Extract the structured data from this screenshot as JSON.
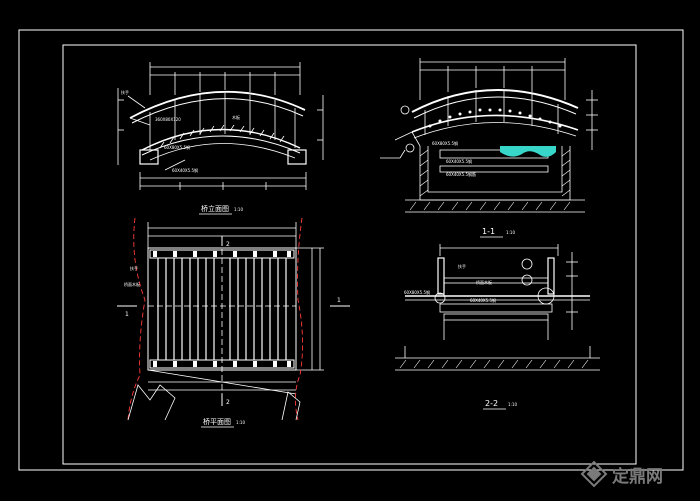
{
  "drawing": {
    "elevation": {
      "title": "桥立面图",
      "scale": "1:10",
      "callouts": [
        "360X80X120",
        "扶手",
        "60X80X5.5钢",
        "60X40X5.5钢",
        "木板"
      ]
    },
    "plan": {
      "title": "桥平面图",
      "scale": "1:10",
      "cut_mark": "1",
      "section_mark": "2",
      "callouts": [
        "扶手",
        "桥面木板"
      ]
    },
    "section_1": {
      "title": "1-1",
      "scale": "1:10",
      "callouts": [
        "60X80X5.5钢",
        "60X40X5.5钢",
        "60X40X5.5钢筋"
      ]
    },
    "section_2": {
      "title": "2-2",
      "scale": "1:10",
      "callouts": [
        "60X80X5.5钢",
        "60X40X5.5钢",
        "扶手",
        "桥面木板"
      ]
    }
  },
  "colors": {
    "background": "#000000",
    "frame": "#ffffff",
    "drawing": "#ffffff",
    "dimension": "#e8e8e8",
    "water": "#38d6c8",
    "cut_line": "#ff3b3b",
    "watermark": "#7a7a7a"
  },
  "watermark": {
    "text": "定鼎网",
    "icon": "logo-mark-icon"
  }
}
